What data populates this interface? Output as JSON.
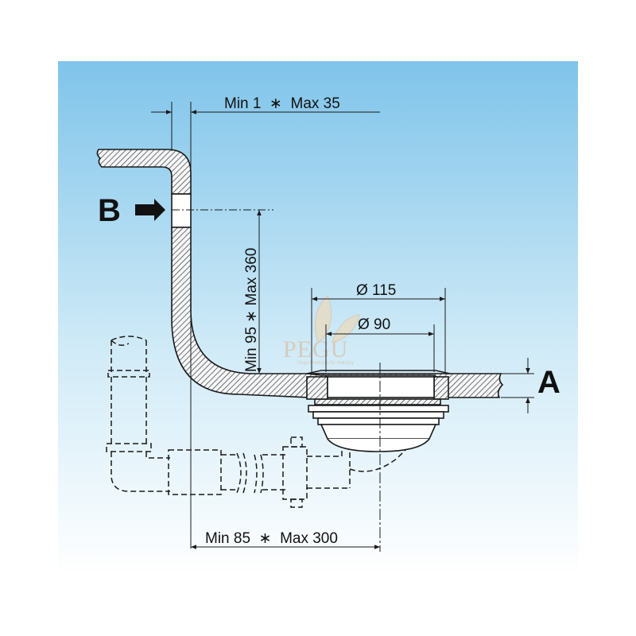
{
  "labels": {
    "top_dim": "Min 1  ∗  Max 35",
    "vertical_dim": "Min 95 ∗ Max 360",
    "diameter_outer": "Ø 115",
    "diameter_inner": "Ø 90",
    "bottom_dim": "Min 85  ∗  Max 300",
    "marker_b": "B",
    "marker_a": "A"
  },
  "watermark": {
    "brand": "PEGU",
    "tagline": "Pegu Products for Industry"
  },
  "colors": {
    "background_top": "#7fc4ea",
    "background_bottom": "#ffffff",
    "line": "#1a1a1a",
    "hatch": "#3a3a3a"
  }
}
